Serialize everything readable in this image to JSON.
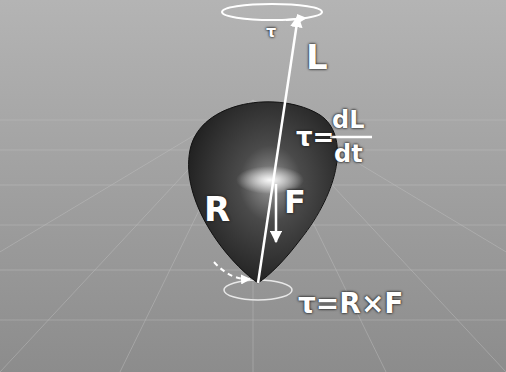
{
  "diagram": {
    "labels": [
      "τ",
      "L",
      "τ=",
      "dL",
      "dt",
      "R",
      "F",
      "τ=R×F"
    ]
  }
}
